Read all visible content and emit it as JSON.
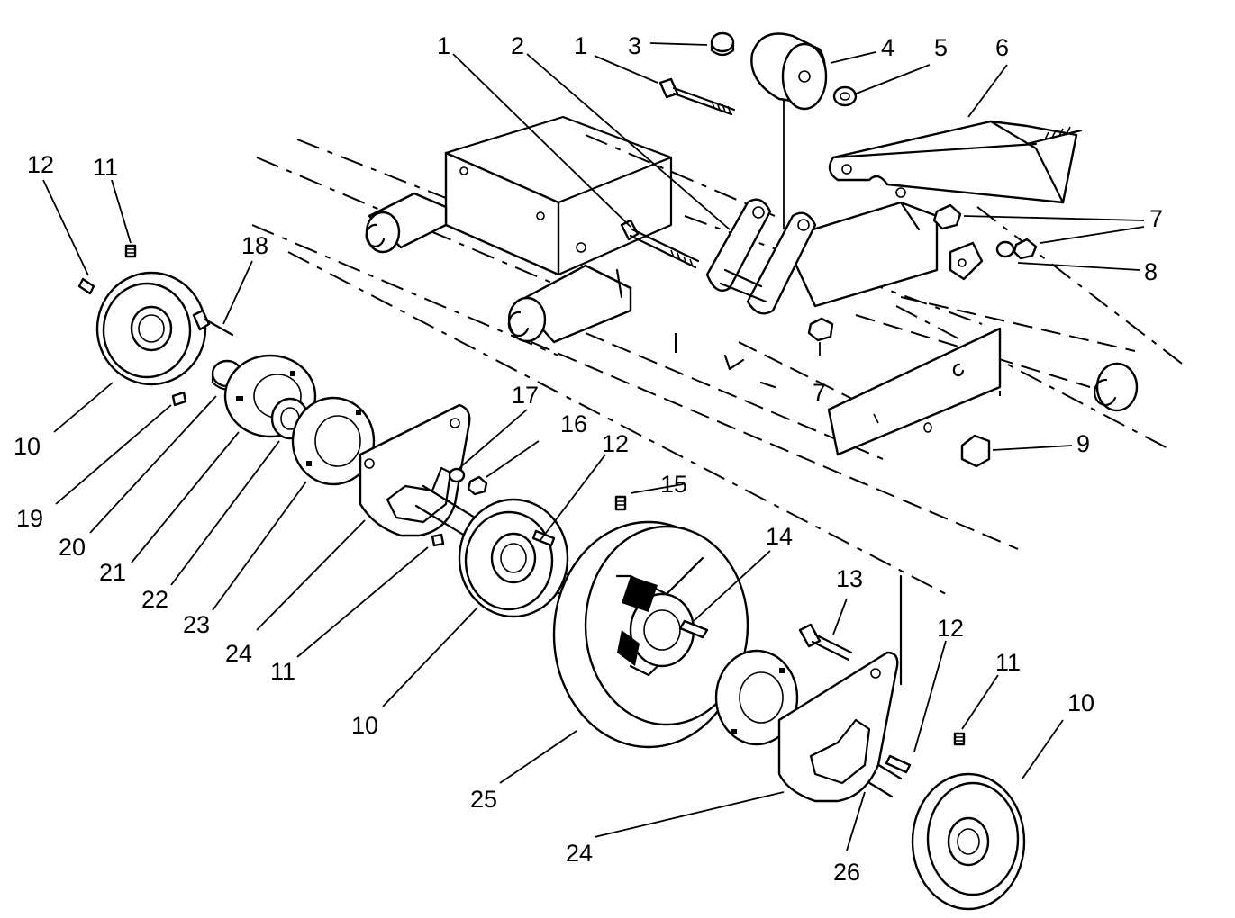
{
  "callouts": [
    {
      "id": "c1a",
      "label": "1"
    },
    {
      "id": "c2",
      "label": "2"
    },
    {
      "id": "c1b",
      "label": "1"
    },
    {
      "id": "c3",
      "label": "3"
    },
    {
      "id": "c4",
      "label": "4"
    },
    {
      "id": "c5",
      "label": "5"
    },
    {
      "id": "c6",
      "label": "6"
    },
    {
      "id": "c7a",
      "label": "7"
    },
    {
      "id": "c8",
      "label": "8"
    },
    {
      "id": "c7b",
      "label": "7"
    },
    {
      "id": "c9",
      "label": "9"
    },
    {
      "id": "c12a",
      "label": "12"
    },
    {
      "id": "c11a",
      "label": "11"
    },
    {
      "id": "c18",
      "label": "18"
    },
    {
      "id": "c10a",
      "label": "10"
    },
    {
      "id": "c19",
      "label": "19"
    },
    {
      "id": "c20",
      "label": "20"
    },
    {
      "id": "c21",
      "label": "21"
    },
    {
      "id": "c22",
      "label": "22"
    },
    {
      "id": "c23",
      "label": "23"
    },
    {
      "id": "c24a",
      "label": "24"
    },
    {
      "id": "c11b",
      "label": "11"
    },
    {
      "id": "c10b",
      "label": "10"
    },
    {
      "id": "c17",
      "label": "17"
    },
    {
      "id": "c16",
      "label": "16"
    },
    {
      "id": "c12b",
      "label": "12"
    },
    {
      "id": "c15",
      "label": "15"
    },
    {
      "id": "c14",
      "label": "14"
    },
    {
      "id": "c13",
      "label": "13"
    },
    {
      "id": "c12c",
      "label": "12"
    },
    {
      "id": "c11c",
      "label": "11"
    },
    {
      "id": "c10c",
      "label": "10"
    },
    {
      "id": "c25",
      "label": "25"
    },
    {
      "id": "c24b",
      "label": "24"
    },
    {
      "id": "c26",
      "label": "26"
    }
  ]
}
